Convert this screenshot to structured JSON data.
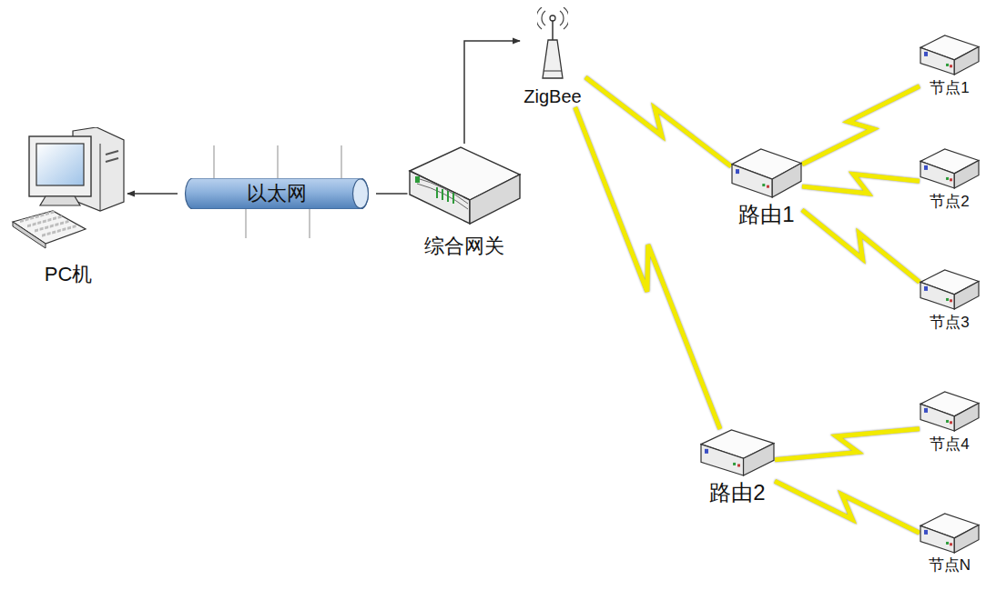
{
  "diagram": {
    "nodes": [
      {
        "text": [
          "PC机"
        ]
      },
      {
        "text": [
          "以太网"
        ]
      },
      {
        "text": [
          "综合网关"
        ]
      },
      {
        "text": [
          "ZigBee"
        ]
      },
      {
        "text": [
          "路由1"
        ]
      },
      {
        "text": [
          "节点1"
        ]
      },
      {
        "text": [
          "节点2"
        ]
      },
      {
        "text": [
          "节点3"
        ]
      },
      {
        "text": [
          "路由2"
        ]
      },
      {
        "text": [
          "节点4"
        ]
      },
      {
        "text": [
          "节点N"
        ]
      }
    ],
    "edges": [
      {
        "from": 1,
        "to": 0,
        "arrow": "to"
      },
      {
        "from": 1,
        "to": 2,
        "arrow": "none"
      },
      {
        "from": 2,
        "to": 3,
        "arrow": "to"
      },
      {
        "from": 3,
        "to": 4,
        "arrow": "none"
      },
      {
        "from": 3,
        "to": 8,
        "arrow": "none"
      },
      {
        "from": 4,
        "to": 5,
        "arrow": "none"
      },
      {
        "from": 4,
        "to": 6,
        "arrow": "none"
      },
      {
        "from": 4,
        "to": 7,
        "arrow": "none"
      },
      {
        "from": 8,
        "to": 9,
        "arrow": "none"
      },
      {
        "from": 8,
        "to": 10,
        "arrow": "none"
      }
    ]
  }
}
